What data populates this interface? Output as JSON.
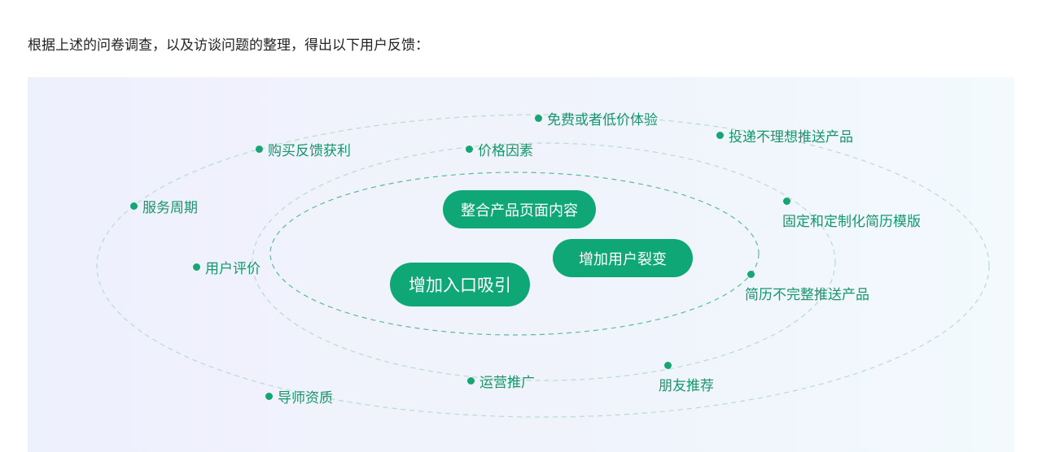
{
  "intro_text": "根据上述的问卷调查，以及访谈问题的整理，得出以下用户反馈：",
  "colors": {
    "accent": "#0fa775",
    "tag_text": "#17966b",
    "ring_stroke": "#b7dccd",
    "panel_left": "#eff0fd",
    "panel_right": "#f2fafd"
  },
  "core_items": [
    "整合产品页面内容",
    "增加用户裂变",
    "增加入口吸引"
  ],
  "feedback_items": [
    "免费或者低价体验",
    "投递不理想推送产品",
    "购买反馈获利",
    "价格因素",
    "服务周期",
    "固定和定制化简历模版",
    "用户评价",
    "简历不完整推送产品",
    "运营推广",
    "朋友推荐",
    "导师资质"
  ]
}
